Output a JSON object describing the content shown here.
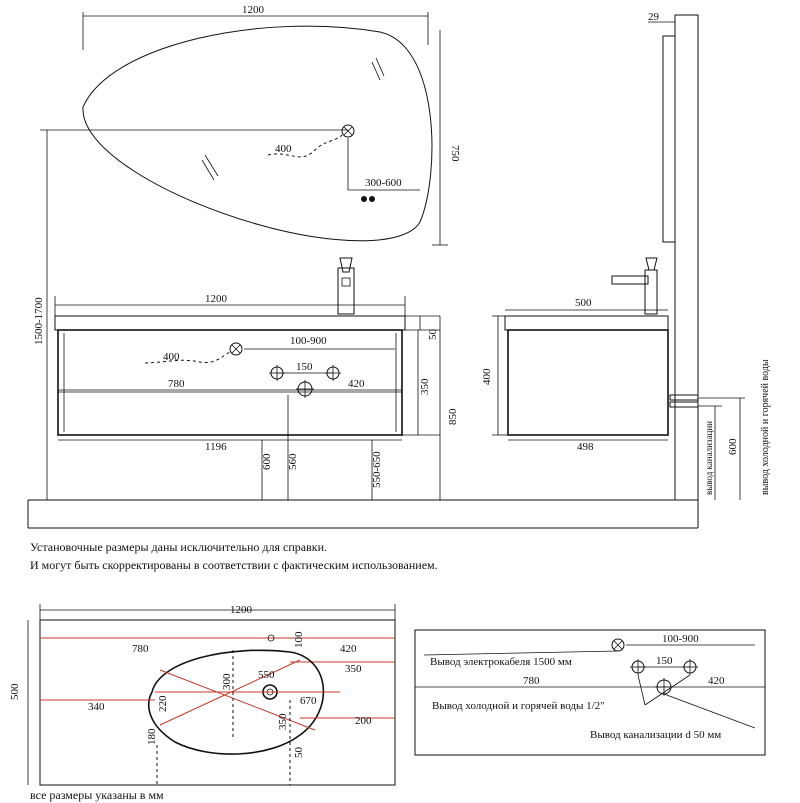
{
  "mirror": {
    "width": "1200",
    "height": "750",
    "cable": "400",
    "offset": "300-600",
    "depth": "29"
  },
  "install_height": "1500-1700",
  "cabinet": {
    "width_top": "1200",
    "width_bottom": "1196",
    "cable": "400",
    "span_100_900": "100-900",
    "span_150": "150",
    "left_780": "780",
    "right_420": "420",
    "h_50": "50",
    "h_350": "350",
    "h_850": "850",
    "h_600": "600",
    "h_560": "560",
    "h_550_650": "550-650"
  },
  "side": {
    "width_top": "500",
    "width_bottom": "498",
    "height": "400",
    "h_600": "600",
    "sewer_label": "вывод канализации",
    "water_label": "вывод холодной и горячей воды"
  },
  "notes": {
    "line1": "Установочные размеры даны исключительно для справки.",
    "line2": "И могут быть скорректированы в соответствии с фактическим использованием.",
    "line3": "все размеры указаны в мм"
  },
  "plan": {
    "width": "1200",
    "depth": "500",
    "d780": "780",
    "d100": "100",
    "d420": "420",
    "d350a": "350",
    "d340": "340",
    "d550": "550",
    "d300": "300",
    "d220": "220",
    "d670": "670",
    "d350b": "350",
    "d200": "200",
    "d180": "180",
    "d50": "50"
  },
  "legend": {
    "span_100_900": "100-900",
    "cable": "Вывод электрокабеля 1500 мм",
    "span_150": "150",
    "left_780": "780",
    "right_420": "420",
    "water": "Вывод холодной и горячей воды 1/2\"",
    "sewer": "Вывод канализации d 50 мм"
  }
}
